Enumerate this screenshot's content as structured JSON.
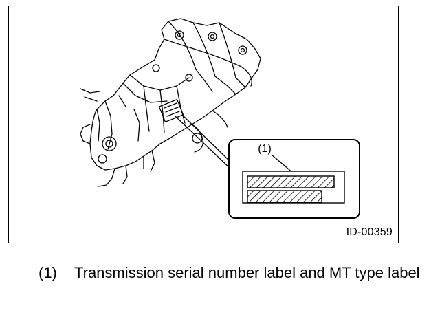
{
  "figure": {
    "figure_id": "ID-00359",
    "callout_number": "(1)"
  },
  "caption": {
    "items": [
      {
        "number": "(1)",
        "text": "Transmission serial number label and MT type label"
      }
    ]
  }
}
